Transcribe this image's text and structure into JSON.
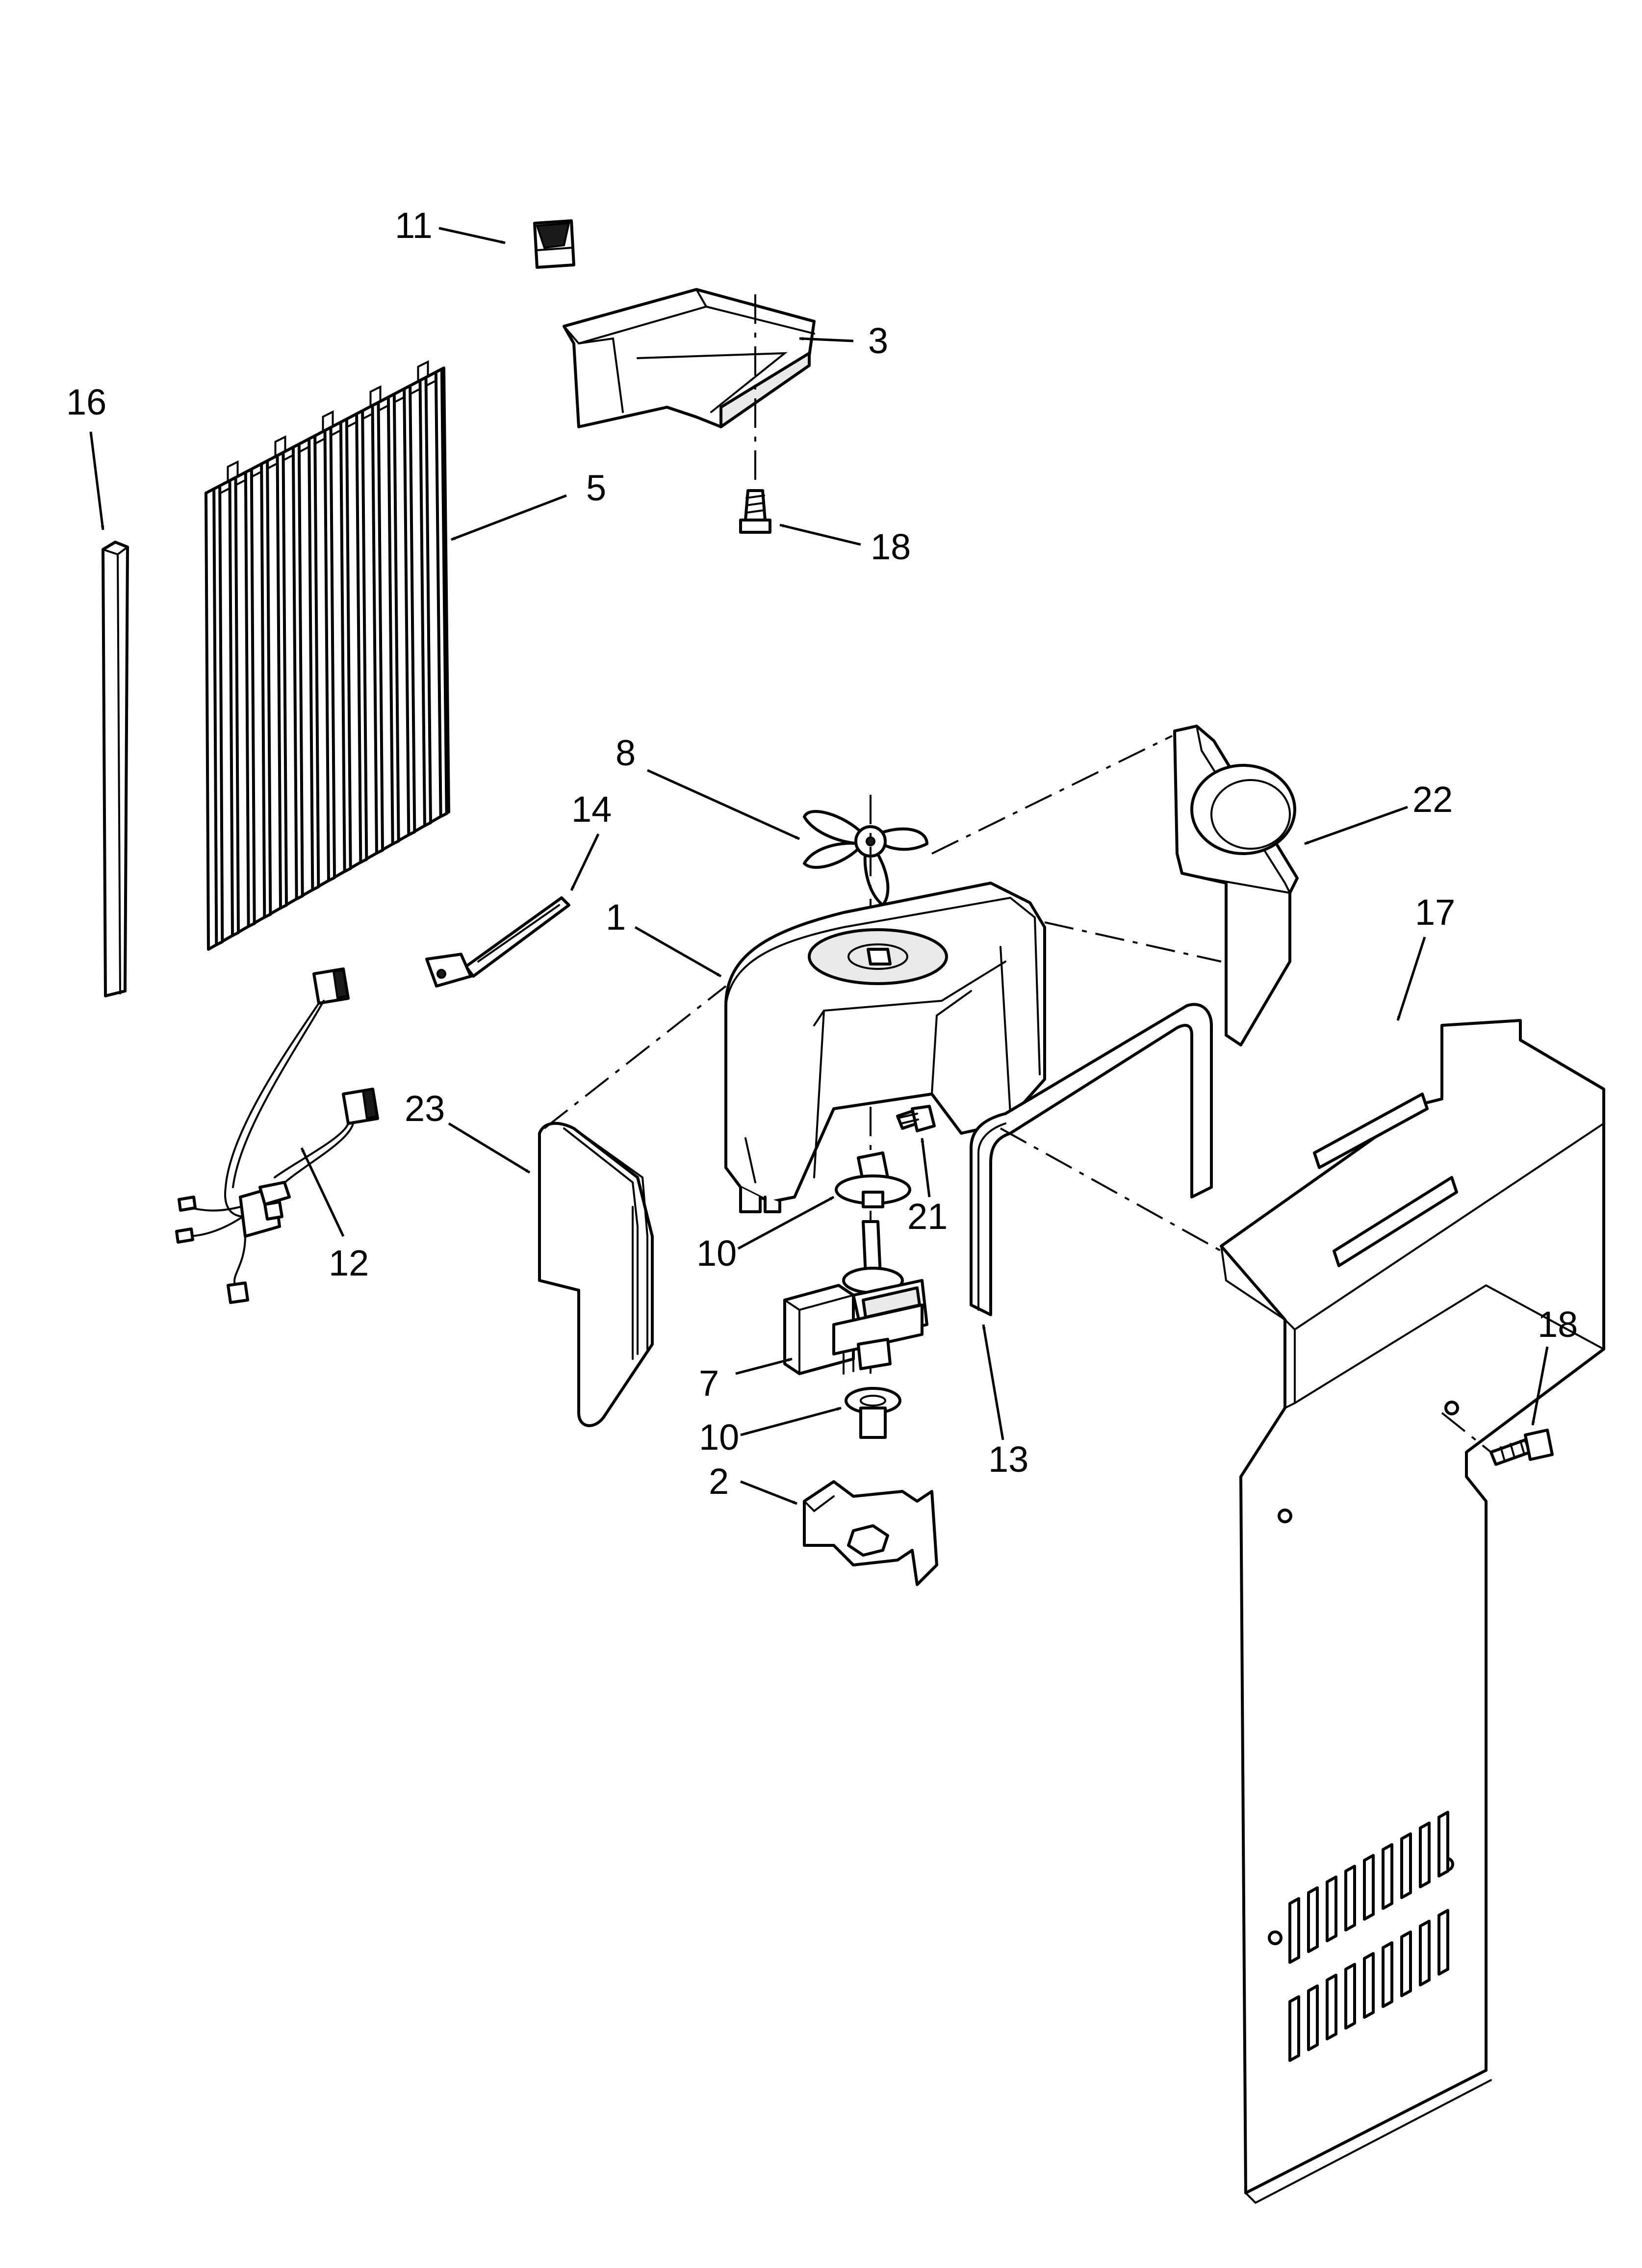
{
  "callouts": [
    {
      "id": "c11",
      "label": "11"
    },
    {
      "id": "c3",
      "label": "3"
    },
    {
      "id": "c16",
      "label": "16"
    },
    {
      "id": "c5",
      "label": "5"
    },
    {
      "id": "c18a",
      "label": "18"
    },
    {
      "id": "c8",
      "label": "8"
    },
    {
      "id": "c22",
      "label": "22"
    },
    {
      "id": "c14",
      "label": "14"
    },
    {
      "id": "c1",
      "label": "1"
    },
    {
      "id": "c17",
      "label": "17"
    },
    {
      "id": "c23",
      "label": "23"
    },
    {
      "id": "c21",
      "label": "21"
    },
    {
      "id": "c10a",
      "label": "10"
    },
    {
      "id": "c12",
      "label": "12"
    },
    {
      "id": "c18b",
      "label": "18"
    },
    {
      "id": "c7",
      "label": "7"
    },
    {
      "id": "c13",
      "label": "13"
    },
    {
      "id": "c10b",
      "label": "10"
    },
    {
      "id": "c2",
      "label": "2"
    }
  ]
}
